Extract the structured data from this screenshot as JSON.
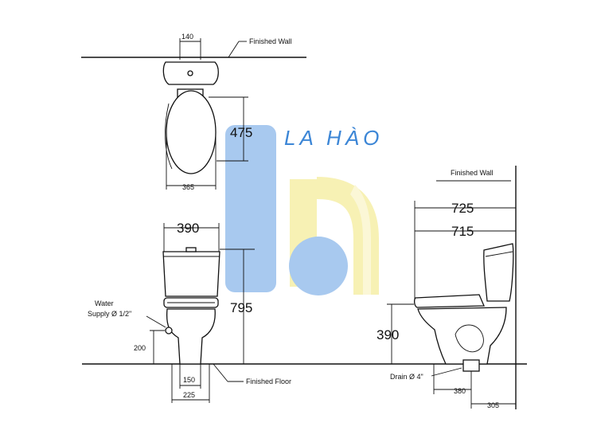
{
  "watermark": {
    "brand_text": "LA HÀO",
    "blue": "#3c86d6",
    "light_blue": "#a8c9ef",
    "yellow": "#f7f1b4"
  },
  "top_view": {
    "wall_label": "Finished Wall",
    "dim_width": "140",
    "dim_depth": "475",
    "dim_seat_width": "365"
  },
  "front_view": {
    "dim_tank_width": "390",
    "dim_height": "795",
    "water_supply_label_1": "Water",
    "water_supply_label_2": "Supply Ø 1/2\"",
    "dim_supply_height": "200",
    "dim_base_1": "150",
    "dim_base_2": "225",
    "floor_label": "Finished Floor"
  },
  "side_view": {
    "wall_label": "Finished Wall",
    "dim_length_1": "725",
    "dim_length_2": "715",
    "dim_seat_height": "390",
    "drain_label": "Drain Ø 4\"",
    "dim_drain_offset": "380",
    "dim_rough_in": "305"
  }
}
